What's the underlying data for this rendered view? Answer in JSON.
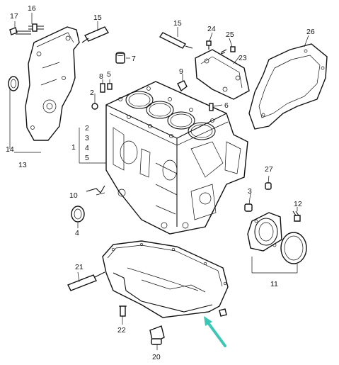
{
  "labels": {
    "l1": "1",
    "l2a": "2",
    "l2b": "2",
    "l3a": "3",
    "l3b": "3",
    "l4a": "4",
    "l4b": "4",
    "l5a": "5",
    "l5b": "5",
    "l6": "6",
    "l7": "7",
    "l8": "8",
    "l9": "9",
    "l10": "10",
    "l11": "11",
    "l12": "12",
    "l13": "13",
    "l14": "14",
    "l15a": "15",
    "l15b": "15",
    "l16": "16",
    "l17": "17",
    "l20": "20",
    "l21": "21",
    "l22": "22",
    "l23": "23",
    "l24": "24",
    "l25": "25",
    "l26": "26",
    "l27": "27"
  },
  "colors": {
    "arrow": "#3cc6b5",
    "line": "#111111"
  }
}
